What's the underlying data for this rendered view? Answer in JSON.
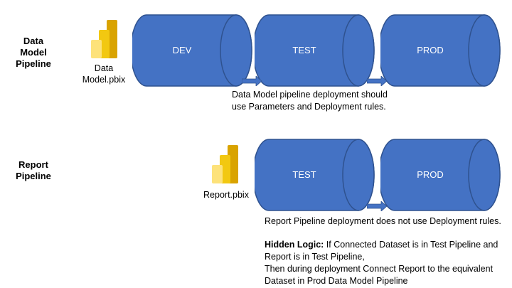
{
  "rows": [
    {
      "title_lines": [
        "Data",
        "Model",
        "Pipeline"
      ],
      "file_label_lines": [
        "Data",
        "Model.pbix"
      ],
      "stages": [
        "DEV",
        "TEST",
        "PROD"
      ],
      "note_lines": [
        "Data Model pipeline deployment should",
        "use Parameters and Deployment rules."
      ]
    },
    {
      "title_lines": [
        "Report",
        "Pipeline"
      ],
      "file_label_lines": [
        "Report.pbix"
      ],
      "stages": [
        "TEST",
        "PROD"
      ],
      "note_lines": [
        "Report Pipeline deployment does not use Deployment rules."
      ]
    }
  ],
  "hidden_logic": {
    "heading": "Hidden Logic:",
    "lines": [
      " If Connected Dataset is in Test Pipeline and",
      "Report is in Test Pipeline,",
      "Then during deployment Connect Report to the equivalent",
      "Dataset in Prod Data Model Pipeline"
    ]
  },
  "colors": {
    "cylinder_fill": "#4472c4",
    "cylinder_stroke": "#2f528f",
    "arrow_fill": "#4472c4",
    "icon_dark": "#d9a300",
    "icon_mid": "#f2c811",
    "icon_light": "#fde27a"
  }
}
